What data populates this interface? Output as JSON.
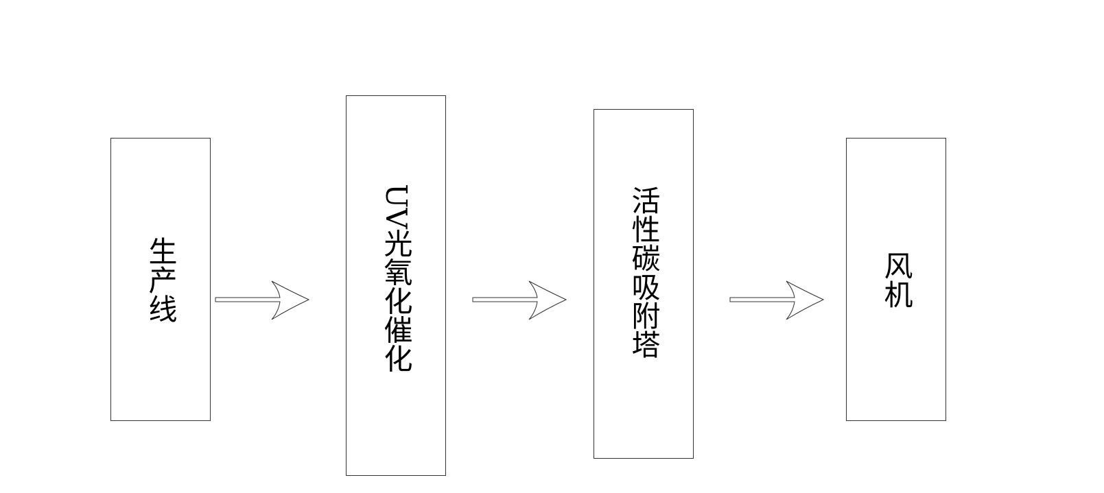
{
  "diagram": {
    "nodes": [
      {
        "id": "production-line",
        "label": "生产线"
      },
      {
        "id": "uv-photocatalysis",
        "label": "UV光氧化催化"
      },
      {
        "id": "activated-carbon-tower",
        "label": "活性碳吸附塔"
      },
      {
        "id": "fan",
        "label": "风机"
      }
    ],
    "edges": [
      {
        "from": "production-line",
        "to": "uv-photocatalysis"
      },
      {
        "from": "uv-photocatalysis",
        "to": "activated-carbon-tower"
      },
      {
        "from": "activated-carbon-tower",
        "to": "fan"
      }
    ],
    "colors": {
      "outline": "#333333",
      "text": "#000000",
      "background": "#ffffff"
    }
  }
}
